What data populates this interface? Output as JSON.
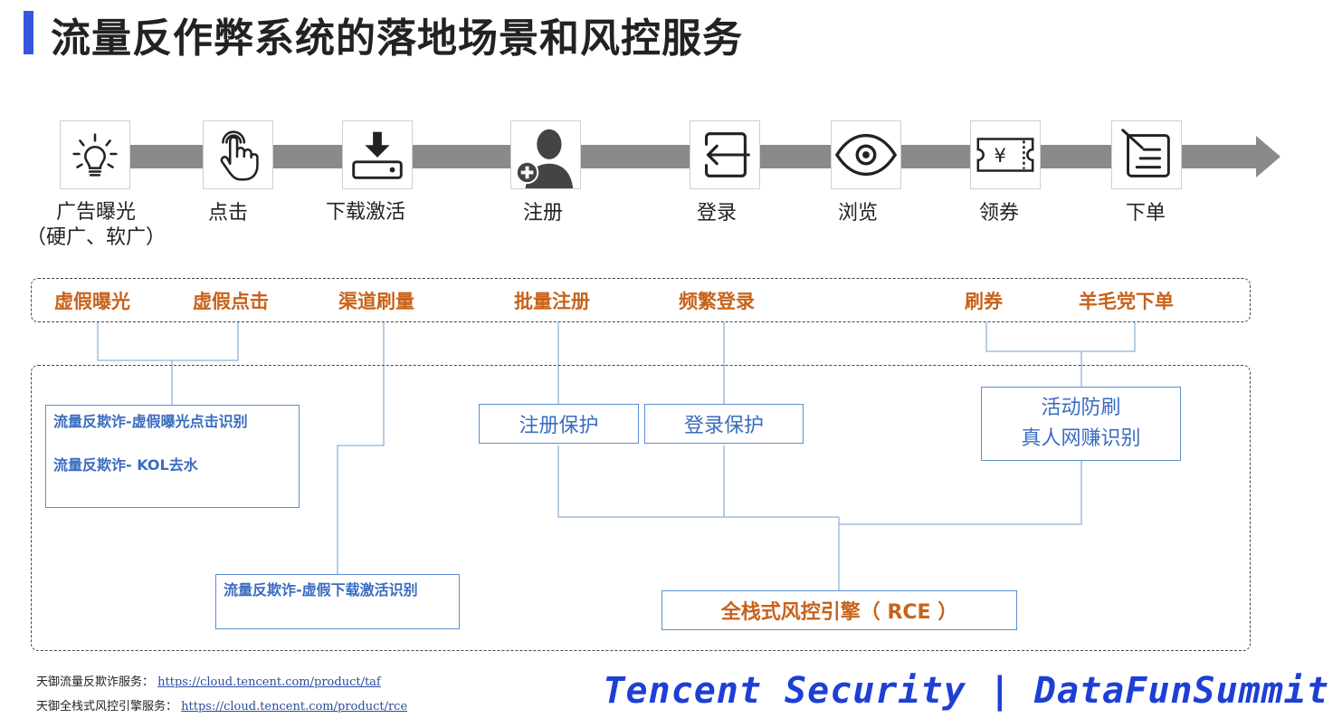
{
  "title": "流量反作弊系统的落地场景和风控服务",
  "steps": [
    {
      "icon": "lightbulb-icon",
      "label": "广告曝光",
      "sub": "（硬广、软广）"
    },
    {
      "icon": "hand-tap-icon",
      "label": "点击"
    },
    {
      "icon": "download-icon",
      "label": "下载激活"
    },
    {
      "icon": "user-add-icon",
      "label": "注册"
    },
    {
      "icon": "login-icon",
      "label": "登录"
    },
    {
      "icon": "eye-icon",
      "label": "浏览"
    },
    {
      "icon": "coupon-icon",
      "label": "领券"
    },
    {
      "icon": "order-icon",
      "label": "下单"
    }
  ],
  "risks": [
    "虚假曝光",
    "虚假点击",
    "渠道刷量",
    "批量注册",
    "频繁登录",
    "刷券",
    "羊毛党下单"
  ],
  "services": {
    "traffic_1": "流量反欺诈-虚假曝光点击识别",
    "traffic_2": "流量反欺诈- KOL去水",
    "download": "流量反欺诈-虚假下载激活识别",
    "register": "注册保护",
    "login": "登录保护",
    "activity_1": "活动防刷",
    "activity_2": "真人网赚识别",
    "engine": "全栈式风控引擎（ RCE ）"
  },
  "footer": {
    "taf_label": "天御流量反欺诈服务：",
    "taf_url": "https://cloud.tencent.com/product/taf",
    "rce_label": "天御全栈式风控引擎服务：",
    "rce_url": "https://cloud.tencent.com/product/rce"
  },
  "brand": "Tencent Security | DataFunSummit",
  "colors": {
    "accent": "#3557e0",
    "risk": "#c8621a",
    "service": "#3a6cc0",
    "brand": "#1d3fd6"
  }
}
